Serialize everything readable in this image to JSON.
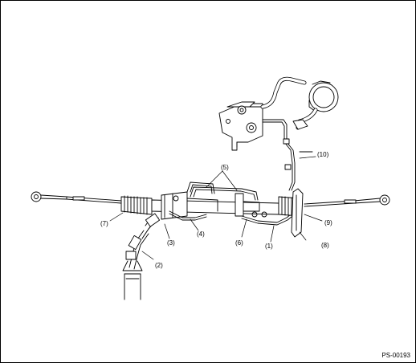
{
  "figure_code": "PS-00193",
  "callouts": {
    "c1": "(1)",
    "c2": "(2)",
    "c3": "(3)",
    "c4": "(4)",
    "c5": "(5)",
    "c6": "(6)",
    "c7": "(7)",
    "c8": "(8)",
    "c9": "(9)",
    "c10": "(10)"
  }
}
